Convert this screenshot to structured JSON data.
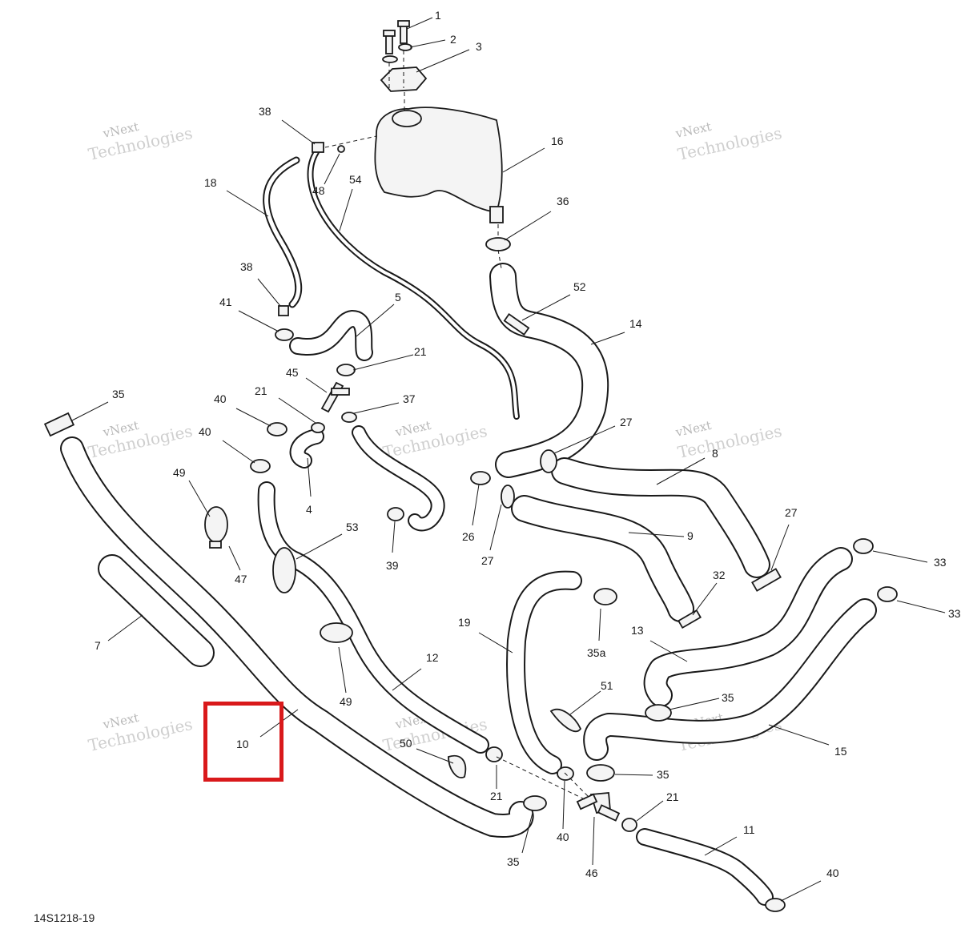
{
  "drawing": {
    "code": "14S1218-19",
    "watermark_line1": "vNext",
    "watermark_line2": "Technologies",
    "highlight_color": "#d9191b"
  },
  "callouts": [
    {
      "id": "c1",
      "label": "1"
    },
    {
      "id": "c2",
      "label": "2"
    },
    {
      "id": "c3",
      "label": "3"
    },
    {
      "id": "c38a",
      "label": "38"
    },
    {
      "id": "c16",
      "label": "16"
    },
    {
      "id": "c18",
      "label": "18"
    },
    {
      "id": "c54",
      "label": "54"
    },
    {
      "id": "c48",
      "label": "48"
    },
    {
      "id": "c36",
      "label": "36"
    },
    {
      "id": "c38b",
      "label": "38"
    },
    {
      "id": "c41",
      "label": "41"
    },
    {
      "id": "c5",
      "label": "5"
    },
    {
      "id": "c52",
      "label": "52"
    },
    {
      "id": "c14",
      "label": "14"
    },
    {
      "id": "c21a",
      "label": "21"
    },
    {
      "id": "c45",
      "label": "45"
    },
    {
      "id": "c35a",
      "label": "35"
    },
    {
      "id": "c40a",
      "label": "40"
    },
    {
      "id": "c21b",
      "label": "21"
    },
    {
      "id": "c37",
      "label": "37"
    },
    {
      "id": "c40b",
      "label": "40"
    },
    {
      "id": "c27a",
      "label": "27"
    },
    {
      "id": "c8",
      "label": "8"
    },
    {
      "id": "c49a",
      "label": "49"
    },
    {
      "id": "c4",
      "label": "4"
    },
    {
      "id": "c53",
      "label": "53"
    },
    {
      "id": "c26",
      "label": "26"
    },
    {
      "id": "c27b",
      "label": "27"
    },
    {
      "id": "c9",
      "label": "9"
    },
    {
      "id": "c27c",
      "label": "27"
    },
    {
      "id": "c39",
      "label": "39"
    },
    {
      "id": "c47",
      "label": "47"
    },
    {
      "id": "c33a",
      "label": "33"
    },
    {
      "id": "c33b",
      "label": "33"
    },
    {
      "id": "c32",
      "label": "32"
    },
    {
      "id": "c7",
      "label": "7"
    },
    {
      "id": "c19",
      "label": "19"
    },
    {
      "id": "c35a2",
      "label": "35a"
    },
    {
      "id": "c13",
      "label": "13"
    },
    {
      "id": "c12",
      "label": "12"
    },
    {
      "id": "c49b",
      "label": "49"
    },
    {
      "id": "c51",
      "label": "51"
    },
    {
      "id": "c35b",
      "label": "35"
    },
    {
      "id": "c10",
      "label": "10"
    },
    {
      "id": "c15",
      "label": "15"
    },
    {
      "id": "c50",
      "label": "50"
    },
    {
      "id": "c35c",
      "label": "35"
    },
    {
      "id": "c21c",
      "label": "21"
    },
    {
      "id": "c21d",
      "label": "21"
    },
    {
      "id": "c40c",
      "label": "40"
    },
    {
      "id": "c35d",
      "label": "35"
    },
    {
      "id": "c11",
      "label": "11"
    },
    {
      "id": "c46",
      "label": "46"
    },
    {
      "id": "c40d",
      "label": "40"
    }
  ]
}
